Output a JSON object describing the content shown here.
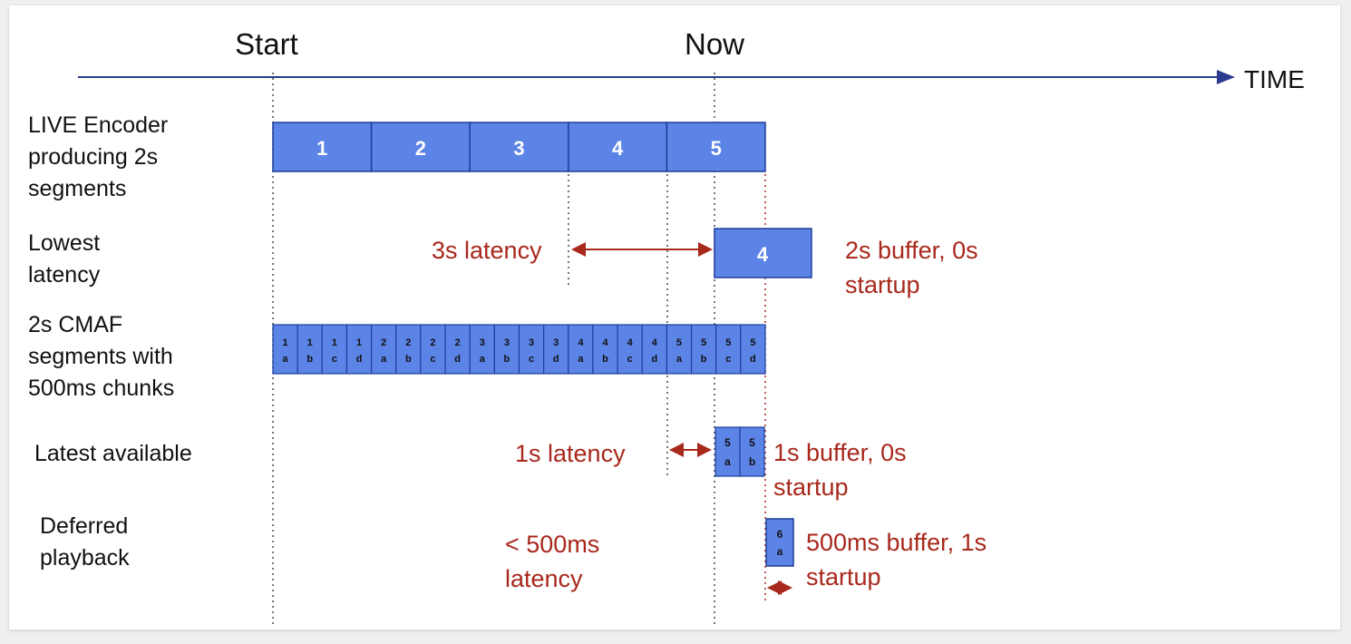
{
  "header": {
    "start": "Start",
    "now": "Now",
    "time": "TIME"
  },
  "rows": {
    "encoder": [
      "LIVE Encoder",
      "producing 2s",
      "segments"
    ],
    "lowest": [
      "Lowest",
      "latency"
    ],
    "cmaf": [
      "2s CMAF",
      "segments with",
      "500ms chunks"
    ],
    "latest": [
      "Latest available"
    ],
    "deferred": [
      "Deferred",
      "playback"
    ]
  },
  "segments": [
    "1",
    "2",
    "3",
    "4",
    "5"
  ],
  "chunks": [
    {
      "n": "1",
      "c": "a"
    },
    {
      "n": "1",
      "c": "b"
    },
    {
      "n": "1",
      "c": "c"
    },
    {
      "n": "1",
      "c": "d"
    },
    {
      "n": "2",
      "c": "a"
    },
    {
      "n": "2",
      "c": "b"
    },
    {
      "n": "2",
      "c": "c"
    },
    {
      "n": "2",
      "c": "d"
    },
    {
      "n": "3",
      "c": "a"
    },
    {
      "n": "3",
      "c": "b"
    },
    {
      "n": "3",
      "c": "c"
    },
    {
      "n": "3",
      "c": "d"
    },
    {
      "n": "4",
      "c": "a"
    },
    {
      "n": "4",
      "c": "b"
    },
    {
      "n": "4",
      "c": "c"
    },
    {
      "n": "4",
      "c": "d"
    },
    {
      "n": "5",
      "c": "a"
    },
    {
      "n": "5",
      "c": "b"
    },
    {
      "n": "5",
      "c": "c"
    },
    {
      "n": "5",
      "c": "d"
    }
  ],
  "lowest": {
    "segment": "4",
    "latency": "3s latency",
    "buffer": [
      "2s buffer, 0s",
      "startup"
    ]
  },
  "latest": {
    "chunks": [
      {
        "n": "5",
        "c": "a"
      },
      {
        "n": "5",
        "c": "b"
      }
    ],
    "latency": "1s latency",
    "buffer": [
      "1s buffer, 0s",
      "startup"
    ]
  },
  "deferred": {
    "chunk": {
      "n": "6",
      "c": "a"
    },
    "latency": [
      "< 500ms",
      "latency"
    ],
    "buffer": [
      "500ms buffer, 1s",
      "startup"
    ]
  },
  "colors": {
    "box_fill": "#5b84e6",
    "box_stroke": "#1f3f9a",
    "axis": "#2a3b8f",
    "red": "#a8281c",
    "dotted": "#4a4a4a",
    "dotted_red": "#a8281c"
  }
}
